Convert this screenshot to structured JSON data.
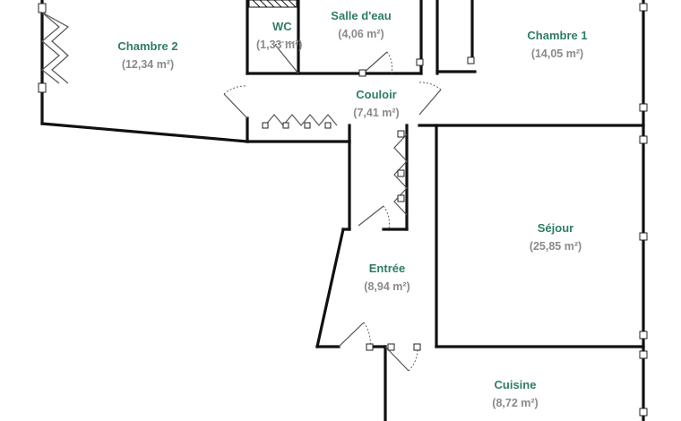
{
  "colors": {
    "label": "#2e7d64",
    "area": "#8a8a8a",
    "wall": "#111111"
  },
  "rooms": [
    {
      "id": "chambre2",
      "name": "Chambre 2",
      "area": "(12,34 m²)"
    },
    {
      "id": "wc",
      "name": "WC",
      "area": "(1,33 m²)"
    },
    {
      "id": "salledeau",
      "name": "Salle d'eau",
      "area": "(4,06 m²)"
    },
    {
      "id": "chambre1",
      "name": "Chambre 1",
      "area": "(14,05 m²)"
    },
    {
      "id": "couloir",
      "name": "Couloir",
      "area": "(7,41 m²)"
    },
    {
      "id": "sejour",
      "name": "Séjour",
      "area": "(25,85 m²)"
    },
    {
      "id": "entree",
      "name": "Entrée",
      "area": "(8,94 m²)"
    },
    {
      "id": "cuisine",
      "name": "Cuisine",
      "area": "(8,72 m²)"
    }
  ]
}
